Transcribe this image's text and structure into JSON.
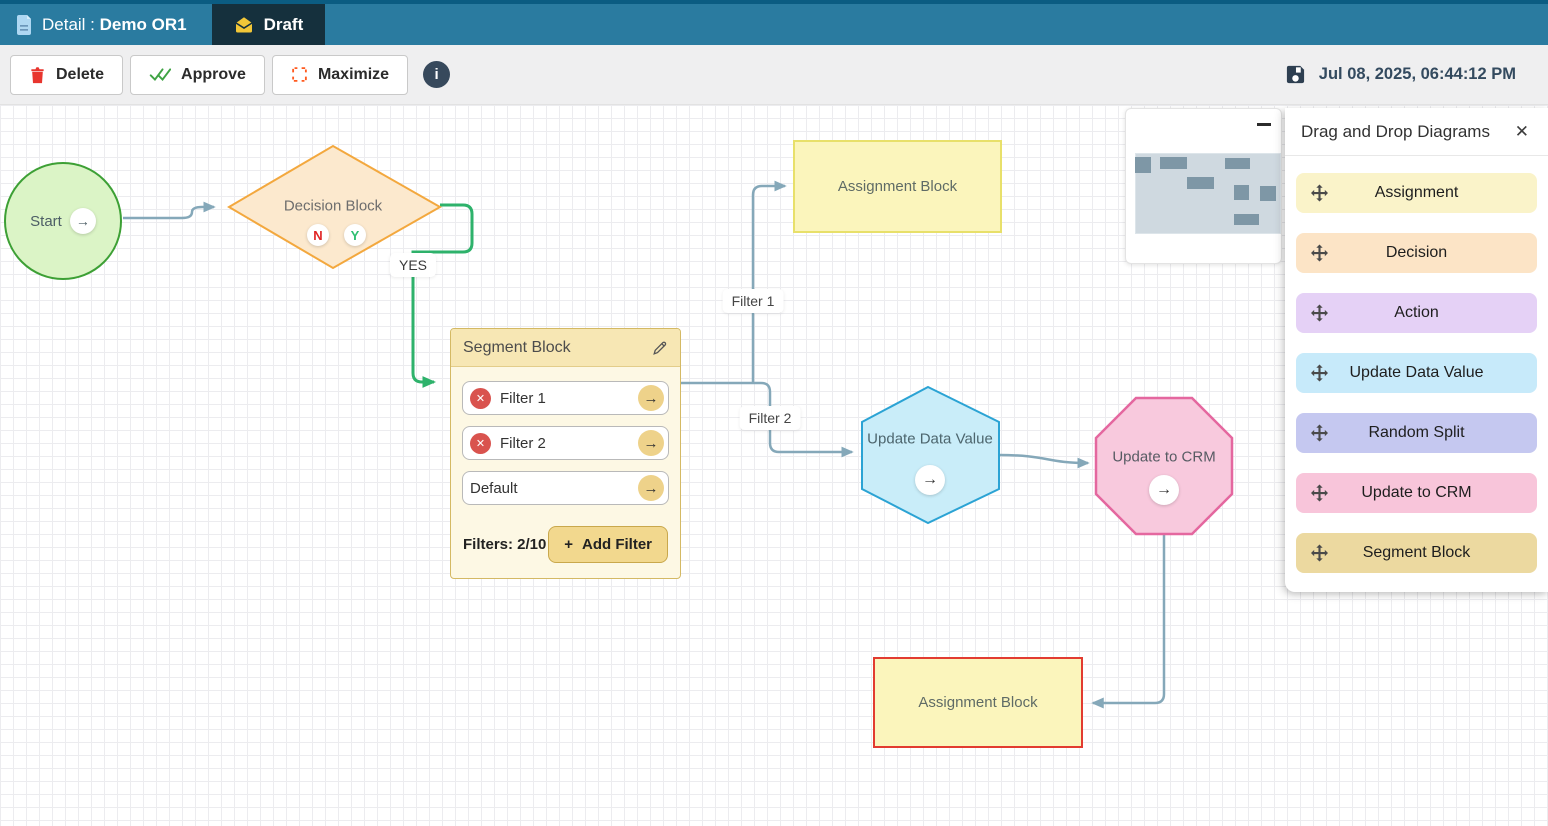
{
  "tabbar": {
    "detail_tab": {
      "prefix": "Detail : ",
      "name": "Demo OR1"
    },
    "draft_tab": {
      "label": "Draft"
    }
  },
  "toolbar": {
    "delete_label": "Delete",
    "approve_label": "Approve",
    "maximize_label": "Maximize",
    "info_label": "i",
    "timestamp": "Jul 08, 2025, 06:44:12 PM"
  },
  "canvas": {
    "nodes": {
      "start": {
        "label": "Start"
      },
      "decision": {
        "label": "Decision Block",
        "badge_no": "N",
        "badge_yes": "Y"
      },
      "assignment_top": {
        "label": "Assignment Block"
      },
      "segment": {
        "title": "Segment Block",
        "rows": [
          {
            "label": "Filter 1",
            "removable": true
          },
          {
            "label": "Filter 2",
            "removable": true
          },
          {
            "label": "Default",
            "removable": false
          }
        ],
        "footer": "Filters: 2/10",
        "add_filter_plus": "+",
        "add_filter_text": "Add Filter"
      },
      "update_data_value": {
        "label": "Update Data Value"
      },
      "update_to_crm": {
        "label": "Update to CRM"
      },
      "assignment_bottom": {
        "label": "Assignment Block"
      }
    },
    "edge_labels": {
      "yes": "YES",
      "filter1": "Filter 1",
      "filter2": "Filter 2"
    }
  },
  "minimap": {
    "blocks": [
      [
        8,
        47,
        16,
        16
      ],
      [
        33,
        47,
        27,
        12
      ],
      [
        98,
        48,
        25,
        11
      ],
      [
        60,
        67,
        27,
        12
      ],
      [
        107,
        75,
        15,
        15
      ],
      [
        133,
        76,
        16,
        15
      ],
      [
        107,
        104,
        25,
        11
      ]
    ]
  },
  "sidebar": {
    "title": "Drag and Drop Diagrams",
    "items": [
      {
        "label": "Assignment",
        "color": "#faf3c9"
      },
      {
        "label": "Decision",
        "color": "#fce4c6"
      },
      {
        "label": "Action",
        "color": "#e5d1f6"
      },
      {
        "label": "Update Data Value",
        "color": "#c7eafa"
      },
      {
        "label": "Random Split",
        "color": "#c5c8f0"
      },
      {
        "label": "Update to CRM",
        "color": "#f8c5da"
      },
      {
        "label": "Segment Block",
        "color": "#ecd9a0"
      }
    ]
  },
  "icons": {
    "right_arrow": "→",
    "close": "✕",
    "remove": "✕"
  },
  "colors": {
    "tabbar_bg": "#2a7ba0",
    "tabbar_stripe": "#0b5c82",
    "active_tab_bg": "#15303d",
    "steel_connector": "#85a8b9",
    "green_connector": "#2eb26b",
    "start_fill": "#dbf4c6",
    "start_border": "#3da035",
    "decision_fill": "#fce9ce",
    "decision_border": "#f3a83e",
    "assignment_fill": "#fbf5bc",
    "assignment_border": "#e8e06a",
    "assignment_selected_border": "#e23b30",
    "hexagon_fill": "#c9edf9",
    "hexagon_border": "#2ba3d4",
    "octagon_fill": "#f8c9dd",
    "octagon_border": "#e4679f",
    "segment_header": "#f7e7b4",
    "segment_body": "#fdf8e4",
    "segment_accent": "#eed28a",
    "delete_icon": "#e8352e",
    "approve_icon": "#3fa344",
    "maximize_icon": "#ff5a1f"
  }
}
